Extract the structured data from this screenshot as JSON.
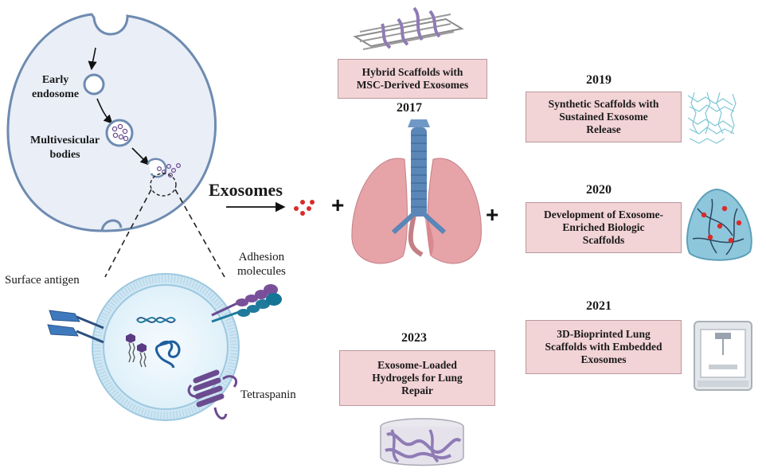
{
  "cell": {
    "early_endosome": "Early\nendosome",
    "multivesicular_bodies": "Multivesicular\nbodies"
  },
  "exosomes_label": "Exosomes",
  "plus_signs": [
    "+",
    "+"
  ],
  "vesicle": {
    "surface_antigen": "Surface antigen",
    "adhesion_molecules": "Adhesion\nmolecules",
    "tetraspanin": "Tetraspanin"
  },
  "timeline": [
    {
      "year": "2017",
      "text": "Hybrid Scaffolds with\nMSC-Derived Exosomes"
    },
    {
      "year": "2019",
      "text": "Synthetic Scaffolds with\nSustained Exosome\nRelease"
    },
    {
      "year": "2020",
      "text": "Development of Exosome-\nEnriched Biologic\nScaffolds"
    },
    {
      "year": "2021",
      "text": "3D-Bioprinted Lung\nScaffolds with Embedded\nExosomes"
    },
    {
      "year": "2023",
      "text": "Exosome-Loaded\nHydrogels for Lung\nRepair"
    }
  ],
  "colors": {
    "box_fill": "#f2d3d6",
    "cell_fill": "#e9eef7",
    "cell_stroke": "#6e8bb0",
    "lung": "#e6a3a8",
    "trachea": "#5a86b8",
    "exosome_dot": "#d92b2b",
    "purple": "#6b4b8f",
    "teal": "#1f7a9c"
  }
}
